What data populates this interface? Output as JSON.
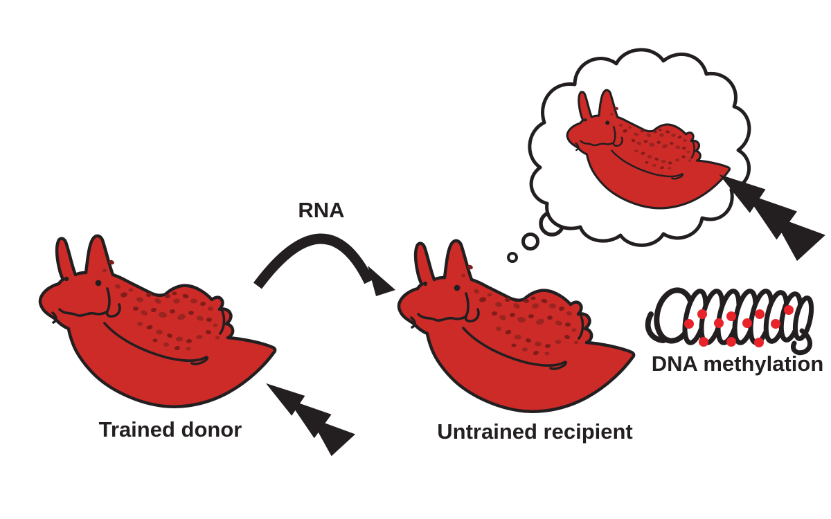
{
  "figure": {
    "labels": {
      "trained_donor": "Trained donor",
      "untrained_recipient": "Untrained recipient",
      "rna_arrow": "RNA",
      "dna_methylation": "DNA methylation"
    },
    "icons": {
      "shock": "lightning-bolt",
      "imagination": "thought-bubble",
      "epigenetics": "dna-coil-with-methyl-dots"
    },
    "colors": {
      "slug_red": "#cd2b28",
      "slug_spot": "#992420",
      "slug_spot_dark": "#7f1d1a",
      "ink": "#231f20",
      "methyl_dot": "#e8232a",
      "cloud_fill": "#ffffff",
      "background": "#ffffff"
    }
  }
}
